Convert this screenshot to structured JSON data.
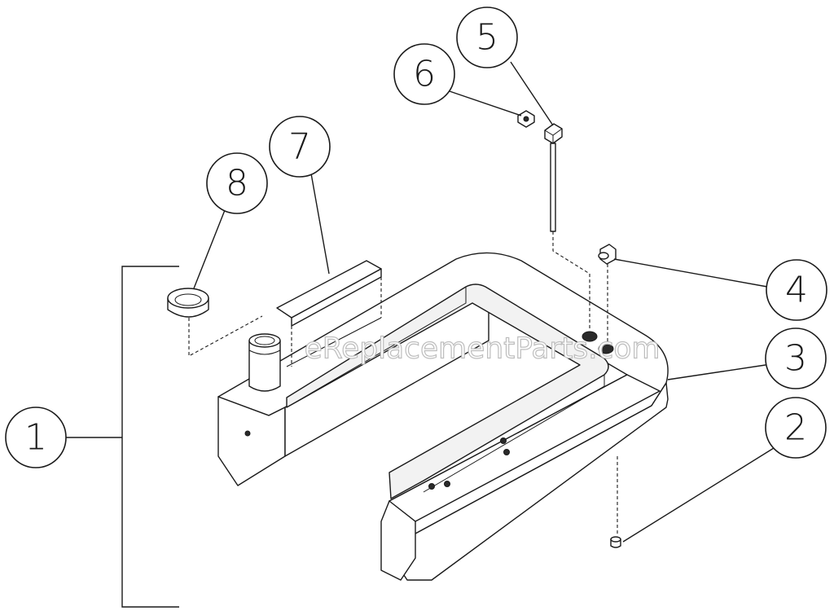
{
  "watermark": "eReplacementParts.com",
  "callouts": [
    {
      "id": "callout-1",
      "label": "1"
    },
    {
      "id": "callout-2",
      "label": "2"
    },
    {
      "id": "callout-3",
      "label": "3"
    },
    {
      "id": "callout-4",
      "label": "4"
    },
    {
      "id": "callout-5",
      "label": "5"
    },
    {
      "id": "callout-6",
      "label": "6"
    },
    {
      "id": "callout-7",
      "label": "7"
    },
    {
      "id": "callout-8",
      "label": "8"
    }
  ]
}
